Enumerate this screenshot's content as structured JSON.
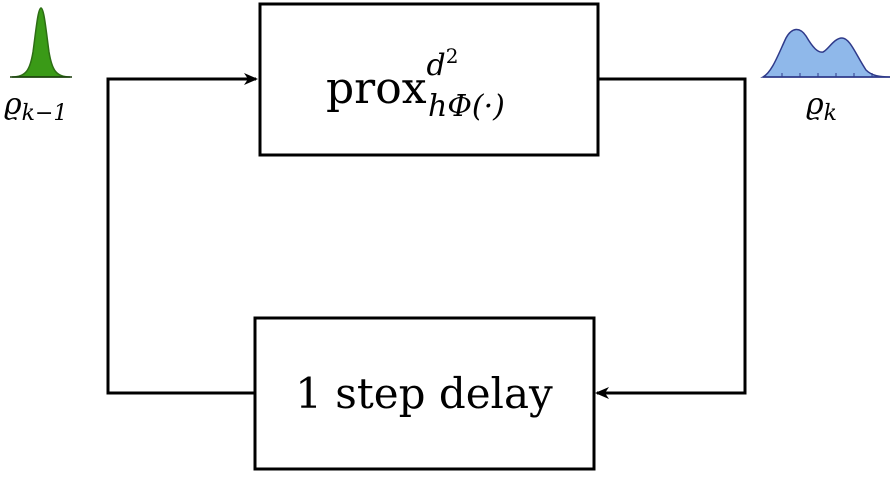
{
  "blocks": {
    "prox": {
      "base": "prox",
      "sup": "d",
      "sup_exp": "2",
      "sub": "hΦ(·)"
    },
    "delay": {
      "label": "1 step delay"
    }
  },
  "signals": {
    "input": {
      "base": "ϱ",
      "sub": "k−1",
      "color": "#3a9a17",
      "shape": "single-peak density"
    },
    "output": {
      "base": "ϱ",
      "sub": "k",
      "color": "#8fb8ea",
      "shape": "bimodal density"
    }
  },
  "colors": {
    "stroke": "#000000",
    "input_fill": "#3a9a17",
    "output_fill": "#8fb8ea",
    "output_stroke": "#2f3a8a"
  }
}
